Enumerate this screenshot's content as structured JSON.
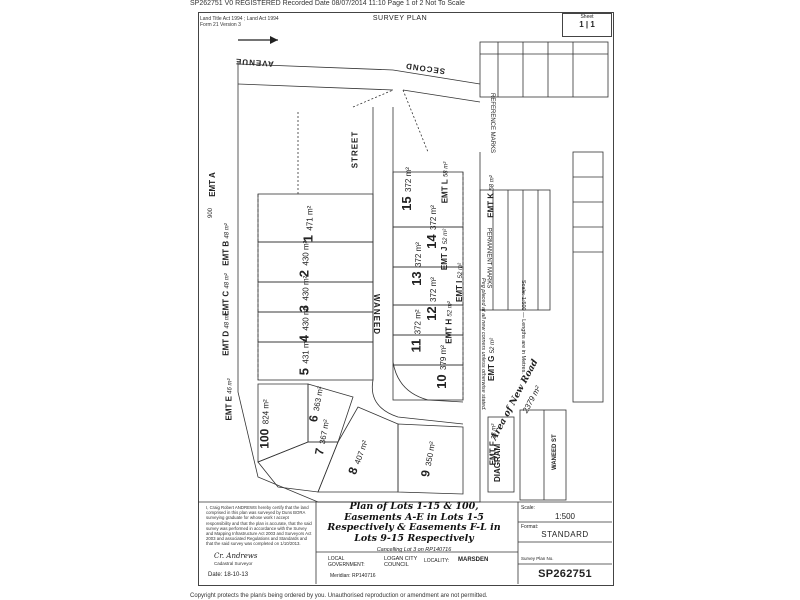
{
  "header": {
    "text": "SP262751 V0 REGISTERED Recorded Date 08/07/2014 11:10 Page 1 of 2  Not To Scale"
  },
  "footer": {
    "text": "Copyright protects the plan/s being ordered by you.  Unauthorised reproduction or amendment are not permitted."
  },
  "sheet": {
    "acts": [
      "Land Title Act 1994 ; Land Act 1994",
      "Form 21 Version 3"
    ],
    "title": "SURVEY PLAN",
    "sheet_label": "Sheet",
    "sheet_of": "1 | 1"
  },
  "streets": {
    "avenue": "AVENUE",
    "second": "SECOND",
    "street": "STREET",
    "waneed": "WANEED",
    "new_road": "Area of New Road",
    "new_road_area": "2379 m²"
  },
  "lots": [
    {
      "num": "1",
      "area": "471 m²"
    },
    {
      "num": "2",
      "area": "430 m²"
    },
    {
      "num": "3",
      "area": "430 m²"
    },
    {
      "num": "4",
      "area": "430 m²"
    },
    {
      "num": "5",
      "area": "431 m²"
    },
    {
      "num": "6",
      "area": "363 m²"
    },
    {
      "num": "7",
      "area": "367 m²"
    },
    {
      "num": "8",
      "area": "407 m²"
    },
    {
      "num": "9",
      "area": "350 m²"
    },
    {
      "num": "10",
      "area": "379 m²"
    },
    {
      "num": "11",
      "area": "372 m²"
    },
    {
      "num": "12",
      "area": "372 m²"
    },
    {
      "num": "13",
      "area": "372 m²"
    },
    {
      "num": "14",
      "area": "372 m²"
    },
    {
      "num": "15",
      "area": "372 m²"
    },
    {
      "num": "100",
      "area": "824 m²"
    }
  ],
  "easements": [
    {
      "name": "EMT A",
      "area": "900"
    },
    {
      "name": "EMT B",
      "area": "48 m²"
    },
    {
      "name": "EMT C",
      "area": "48 m²"
    },
    {
      "name": "EMT D",
      "area": "48 m²"
    },
    {
      "name": "EMT E",
      "area": "46 m²"
    },
    {
      "name": "EMT F",
      "area": "33 m²"
    },
    {
      "name": "EMT G",
      "area": "52 m²"
    },
    {
      "name": "EMT H",
      "area": "52 m²"
    },
    {
      "name": "EMT I",
      "area": "52 m²"
    },
    {
      "name": "EMT J",
      "area": "52 m²"
    },
    {
      "name": "EMT K",
      "area": "58 m²"
    },
    {
      "name": "EMT L",
      "area": "58 m²"
    }
  ],
  "side_labels": {
    "reference_marks": "REFERENCE MARKS",
    "permanent_marks": "PERMANENT MARKS",
    "note_marks": "Peg placed at all new corners unless otherwise stated.",
    "note_scale": "Scale: 1:500 — Lengths are in Metres.",
    "diagram": "DIAGRAM",
    "diagram_street": "WANEED ST"
  },
  "certificate": "I, Craig Robert ANDREWS hereby certify that the land comprised in this plan was surveyed by Duns BORA surveying graduate for whose work I accept responsibility and that the plan is accurate, that the said survey was performed in accordance with the Survey and Mapping Infrastructure Act 2003 and Surveyors Act 2003 and associated Regulations and Standards and that the said survey was completed on 1/10/2013.",
  "surveyor": {
    "signature": "Cr. Andrews",
    "caption": "Cadastral Surveyor",
    "date": "Date: 18-10-13"
  },
  "plan_title": {
    "lines": [
      "Plan of Lots 1-15 & 100,",
      "Easements A-E in Lots 1-5",
      "Respectively & Easements F-L in",
      "Lots 9-15 Respectively"
    ],
    "cancelling": "Cancelling Lot 3 on RP140716"
  },
  "local_gov": {
    "label": "LOCAL GOVERNMENT:",
    "value": "LOGAN CITY COUNCIL",
    "locality_label": "LOCALITY:",
    "locality": "MARSDEN",
    "meridian": "Meridian: RP140716"
  },
  "scale": {
    "label": "Scale:",
    "value": "1:500"
  },
  "format": {
    "label": "Format:",
    "value": "STANDARD"
  },
  "survey_no": {
    "label": "Survey Plan No.",
    "value": "SP262751"
  }
}
